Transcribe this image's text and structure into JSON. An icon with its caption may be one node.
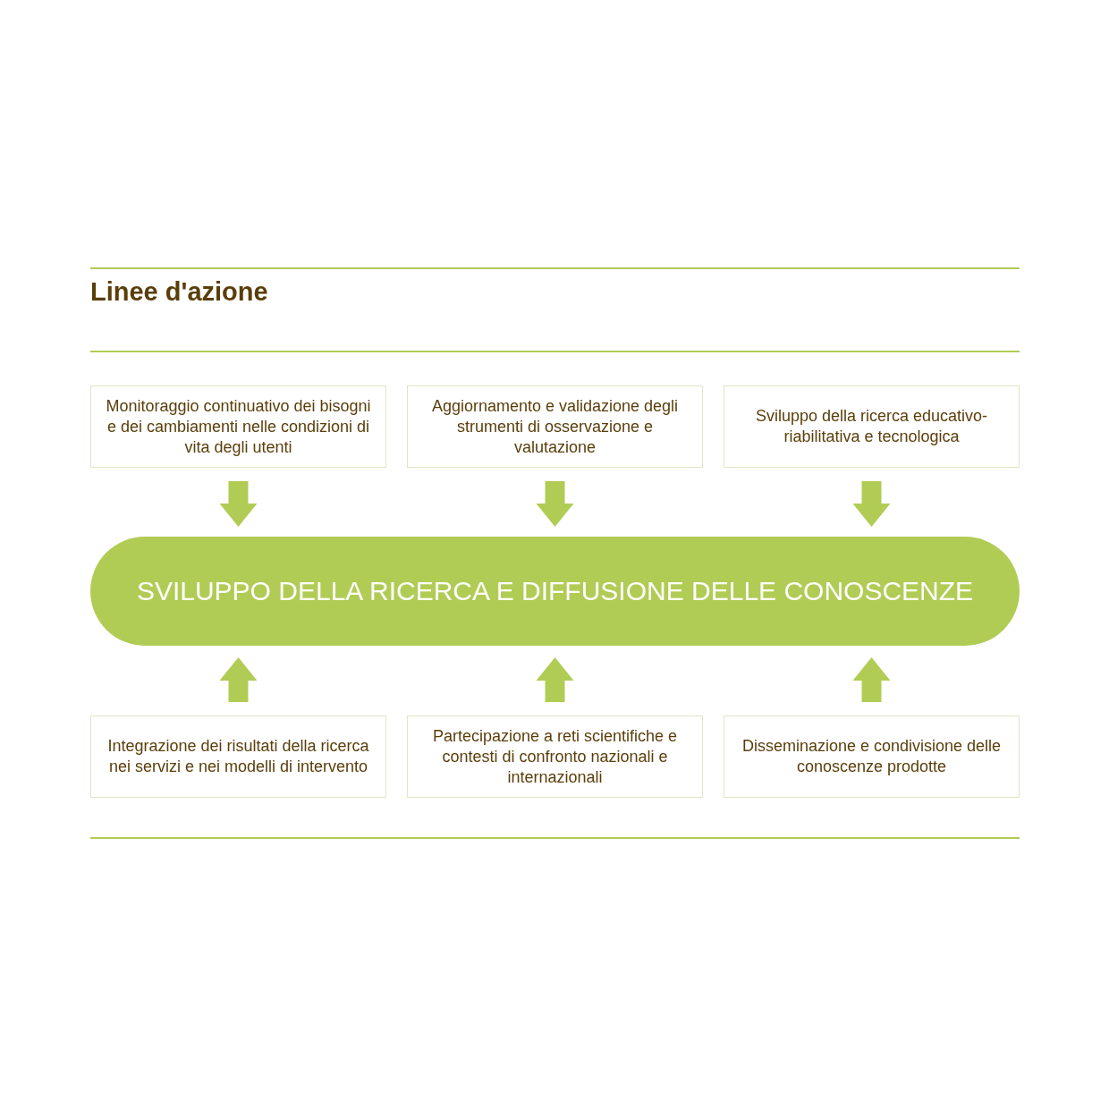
{
  "diagram": {
    "title": "Linee d'azione",
    "nodes": [
      {
        "text": [
          "Monitoraggio continuativo dei bisogni e dei cambiamenti nelle condizioni di vita degli utenti"
        ]
      },
      {
        "text": [
          "Aggiornamento e validazione degli strumenti di osservazione e valutazione"
        ]
      },
      {
        "text": [
          "Sviluppo della ricerca educativo-riabilitativa e tecnologica"
        ]
      },
      {
        "text": [
          "SVILUPPO DELLA RICERCA E DIFFUSIONE DELLE CONOSCENZE"
        ]
      },
      {
        "text": [
          "Integrazione dei risultati della ricerca nei servizi e nei modelli di intervento"
        ]
      },
      {
        "text": [
          "Partecipazione a reti scientifiche e contesti di confronto nazionali e internazionali"
        ]
      },
      {
        "text": [
          "Disseminazione e condivisione delle conoscenze prodotte"
        ]
      }
    ],
    "edges": [
      {
        "from": 0,
        "to": 3,
        "arrow": "to"
      },
      {
        "from": 1,
        "to": 3,
        "arrow": "to"
      },
      {
        "from": 2,
        "to": 3,
        "arrow": "to"
      },
      {
        "from": 4,
        "to": 3,
        "arrow": "to"
      },
      {
        "from": 5,
        "to": 3,
        "arrow": "to"
      },
      {
        "from": 6,
        "to": 3,
        "arrow": "to"
      }
    ]
  }
}
